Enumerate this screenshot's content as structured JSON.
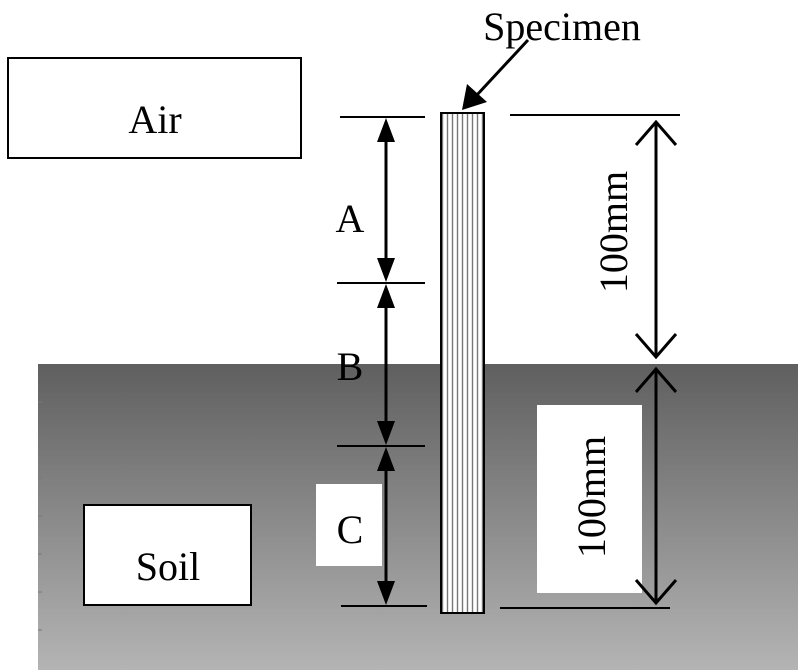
{
  "labels": {
    "air": "Air",
    "soil": "Soil",
    "specimen": "Specimen",
    "zone_a": "A",
    "zone_b": "B",
    "zone_c": "C",
    "upper_length": "100mm",
    "lower_length": "100mm"
  },
  "colors": {
    "soil_top": "#5f5f5f",
    "soil_bottom": "#b4b4b4",
    "line": "#000000",
    "box_fill": "#ffffff"
  }
}
